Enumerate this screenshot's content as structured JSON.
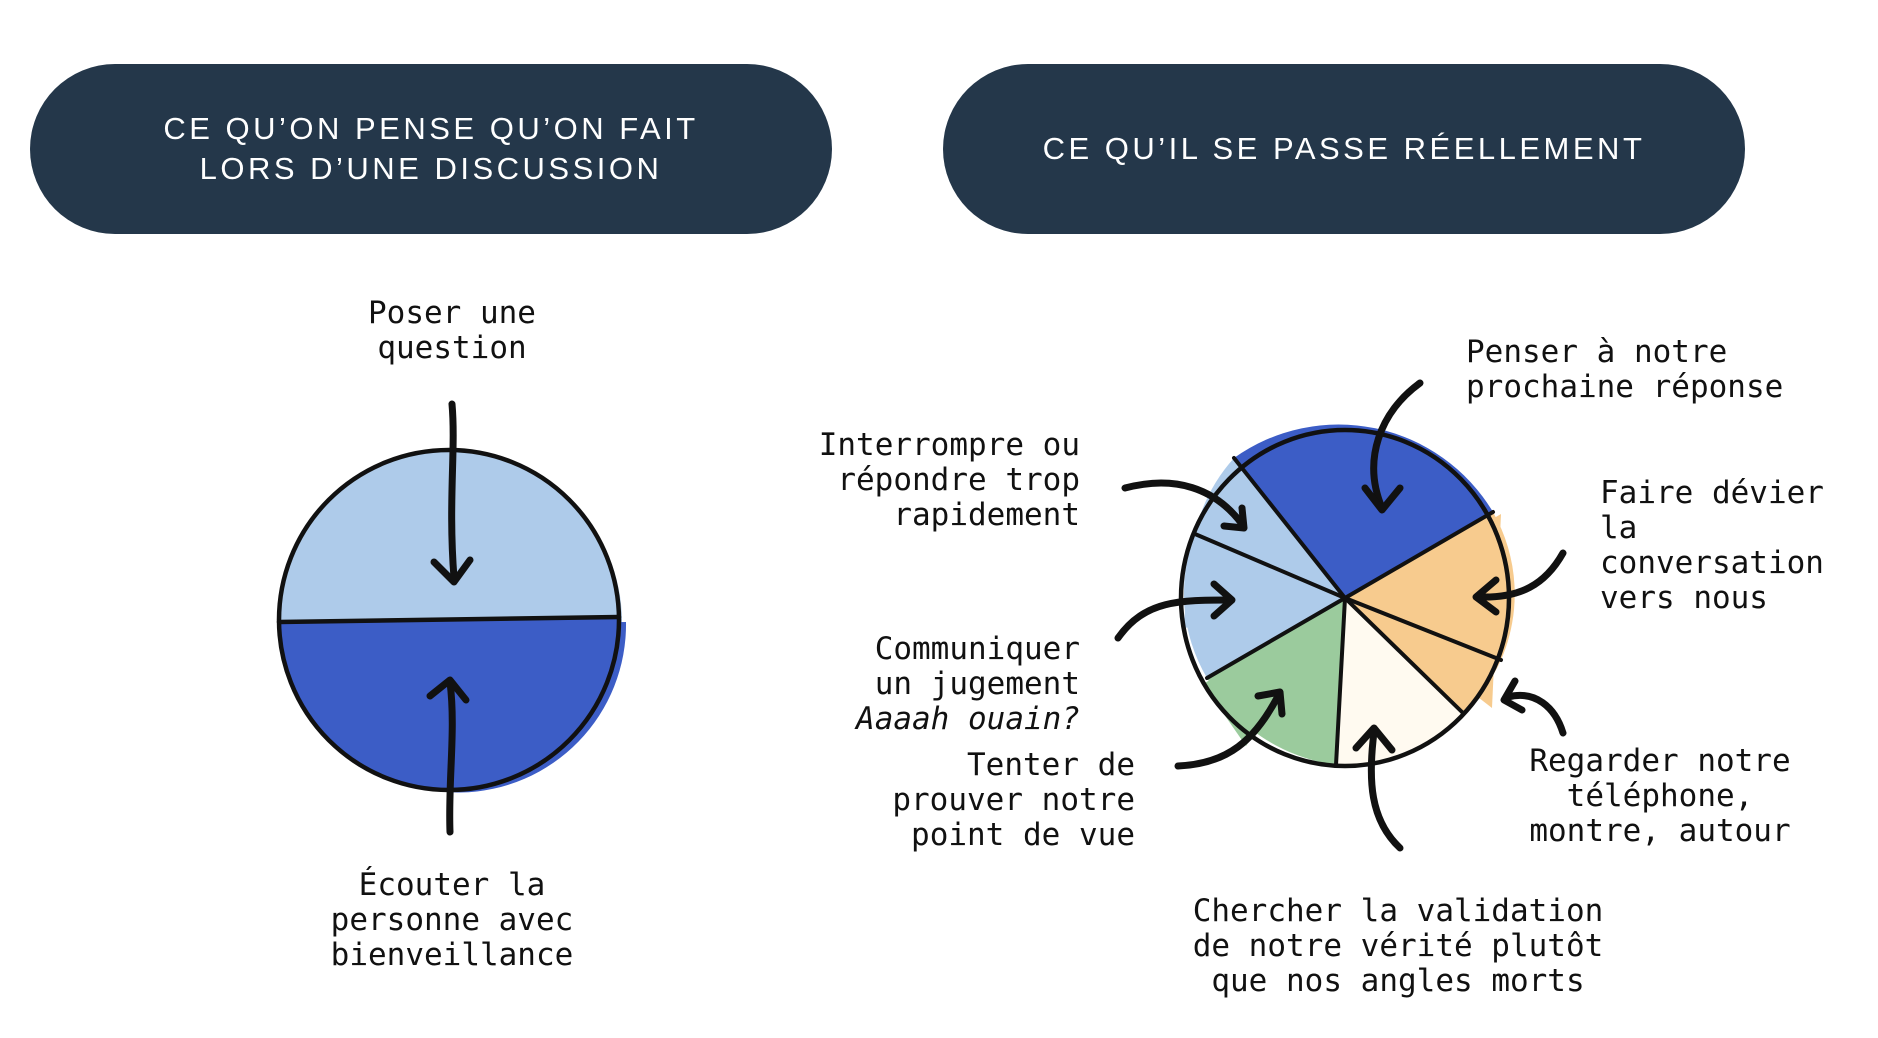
{
  "colors": {
    "pill": "#24374a",
    "pill_text": "#ffffff",
    "light_blue": "#aecbea",
    "royal_blue": "#3c5dc6",
    "orange": "#f7cb8e",
    "green": "#9bcb9d",
    "cream": "#fffaf0",
    "outline": "#111111"
  },
  "headers": {
    "left": "CE QU’ON PENSE QU’ON FAIT\nLORS D’UNE DISCUSSION",
    "right": "CE QU’IL SE PASSE RÉELLEMENT"
  },
  "left_diagram": {
    "top_label": "Poser une\nquestion",
    "bottom_label": "Écouter la\npersonne avec\nbienveillance"
  },
  "right_diagram": {
    "labels": {
      "penser": "Penser à notre\nprochaine réponse",
      "devier": "Faire dévier la\nconversation\nvers nous",
      "telephone": "Regarder notre\ntéléphone,\nmontre, autour",
      "validation": "Chercher la validation\nde notre vérité plutôt\nque nos angles morts",
      "prouver": "Tenter de\nprouver notre\npoint de vue",
      "jugement": "Communiquer\nun jugement",
      "jugement_italic": "Aaaah ouain?",
      "interrompre": "Interrompre ou\nrépondre trop\nrapidement"
    }
  }
}
